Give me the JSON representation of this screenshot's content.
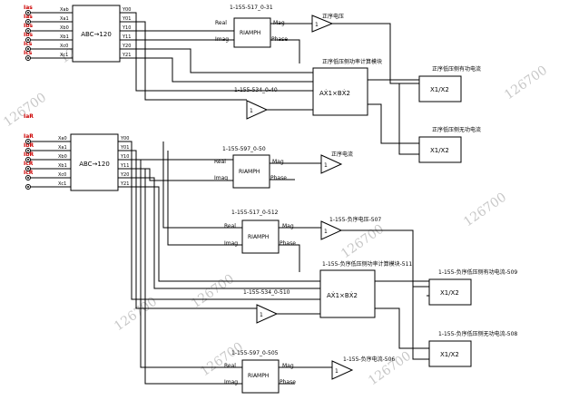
{
  "watermark": "126700",
  "converter1": {
    "label": "ABC→120",
    "in_ports": [
      "Xab",
      "Xa1",
      "Xb0",
      "Xb1",
      "Xc0",
      "Xc1"
    ],
    "out_ports": [
      "Y00",
      "Y01",
      "Y10",
      "Y11",
      "Y20",
      "Y21"
    ],
    "input_tags": [
      "Ias",
      "Ias",
      "Ibs",
      "Ibs",
      "Ics",
      "Ics"
    ]
  },
  "converter2": {
    "label": "ABC→120",
    "in_ports": [
      "Xa0",
      "Xa1",
      "Xb0",
      "Xb1",
      "Xc0",
      "Xc1"
    ],
    "out_ports": [
      "Y00",
      "Y01",
      "Y10",
      "Y11",
      "Y20",
      "Y21"
    ],
    "input_tags": [
      "IaR",
      "IaR",
      "IbR",
      "IbR",
      "IcR",
      "IcR"
    ]
  },
  "riamph_blocks": [
    {
      "id": "1-155-517_0-31",
      "name": "RIAMPH",
      "in1": "Real",
      "in2": "Imag",
      "out1": "Mag",
      "out2": "Phase"
    },
    {
      "id": "1-155-597_0-50",
      "name": "RIAMPH",
      "in1": "Real",
      "in2": "Imag",
      "out1": "Mag",
      "out2": "Phase"
    },
    {
      "id": "1-155-517_0-512",
      "name": "RIAMPH",
      "in1": "Real",
      "in2": "Imag",
      "out1": "Mag",
      "out2": "Phase"
    },
    {
      "id": "1-155-597_0-505",
      "name": "RIAMPH",
      "in1": "Real",
      "in2": "Imag",
      "out1": "Mag",
      "out2": "Phase"
    }
  ],
  "gains": [
    {
      "value": "1",
      "label": "正序电压"
    },
    {
      "value": "1",
      "label": "1-155-534_0-40"
    },
    {
      "value": "1",
      "label": "正序电流"
    },
    {
      "value": "1",
      "label": "1-155-负序电压-507"
    },
    {
      "value": "1",
      "label": "1-155-534_0-510"
    },
    {
      "value": "1",
      "label": "1-155-负序电流-506"
    }
  ],
  "power_blocks": [
    {
      "label": "正序低压侧功率计算模块",
      "expr": "AẊ1×BẊ2"
    },
    {
      "label": "1-155-负序低压侧功率计算模块-511",
      "expr": "AẊ1×BẊ2"
    }
  ],
  "divide_blocks": [
    {
      "label": "正序低压侧有功电流",
      "expr": "X1/X2"
    },
    {
      "label": "正序低压侧无功电流",
      "expr": "X1/X2"
    },
    {
      "label": "1-155-负序低压侧有功电流-509",
      "expr": "X1/X2"
    },
    {
      "label": "1-155-负序低压侧无功电流-508",
      "expr": "X1/X2"
    }
  ]
}
